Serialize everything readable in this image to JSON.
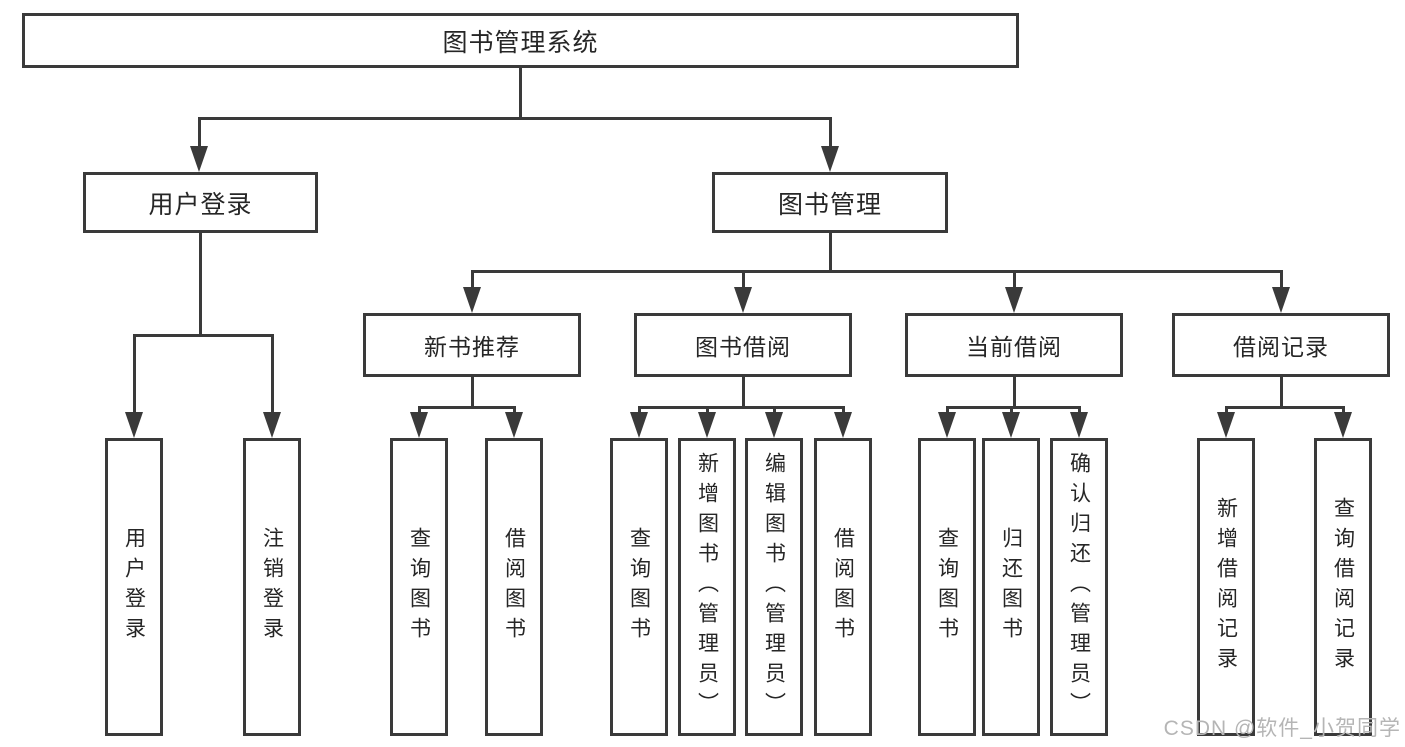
{
  "tree": {
    "root": {
      "label": "图书管理系统"
    },
    "branches": [
      {
        "label": "用户登录",
        "children": [
          {
            "label": "用户登录"
          },
          {
            "label": "注销登录"
          }
        ]
      },
      {
        "label": "图书管理",
        "sections": [
          {
            "label": "新书推荐",
            "children": [
              {
                "label": "查询图书"
              },
              {
                "label": "借阅图书"
              }
            ]
          },
          {
            "label": "图书借阅",
            "children": [
              {
                "label": "查询图书"
              },
              {
                "label": "新增图书（管理员）"
              },
              {
                "label": "编辑图书（管理员）"
              },
              {
                "label": "借阅图书"
              }
            ]
          },
          {
            "label": "当前借阅",
            "children": [
              {
                "label": "查询图书"
              },
              {
                "label": "归还图书"
              },
              {
                "label": "确认归还（管理员）"
              }
            ]
          },
          {
            "label": "借阅记录",
            "children": [
              {
                "label": "新增借阅记录"
              },
              {
                "label": "查询借阅记录"
              }
            ]
          }
        ]
      }
    ]
  },
  "watermark": "CSDN @软件_小贺同学",
  "colors": {
    "line": "#3a3a3a",
    "text": "#262626",
    "watermark": "#b5b5b5",
    "background": "#ffffff"
  }
}
